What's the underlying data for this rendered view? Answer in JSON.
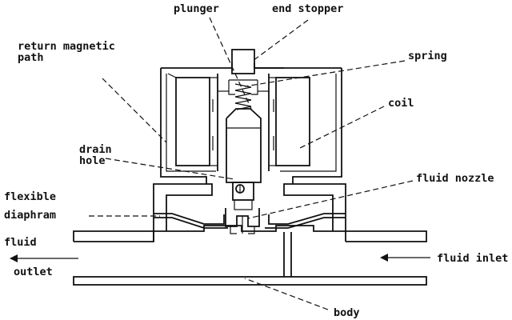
{
  "labels": {
    "plunger": "plunger",
    "end_stopper": "end stopper",
    "return_magnetic_path_line1": "return magnetic",
    "return_magnetic_path_line2": "path",
    "spring": "spring",
    "coil": "coil",
    "drain_hole_line1": "drain",
    "drain_hole_line2": "hole",
    "fluid_nozzle": "fluid nozzle",
    "flexible_diaphram_line1": "flexible",
    "flexible_diaphram_line2": "diaphram",
    "fluid_outlet_line1": "fluid",
    "fluid_outlet_line2": "outlet",
    "fluid_inlet": "fluid inlet",
    "body": "body"
  }
}
